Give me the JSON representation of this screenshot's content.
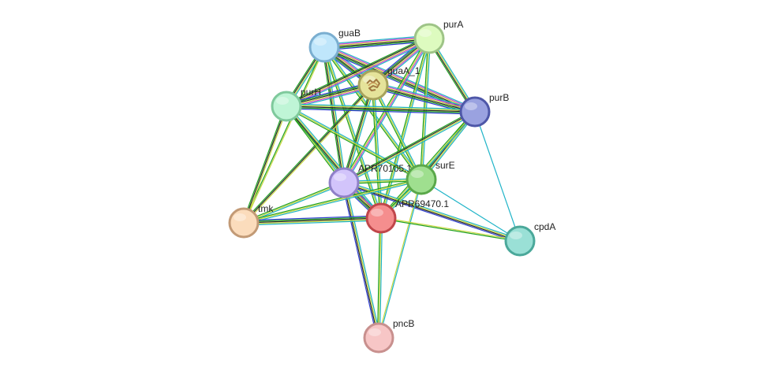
{
  "network": {
    "nodes": [
      {
        "id": "guaB",
        "label": "guaB",
        "fill": "#bfe6fb",
        "stroke": "#7aaed0"
      },
      {
        "id": "purA",
        "label": "purA",
        "fill": "#ddfbbf",
        "stroke": "#9ec487"
      },
      {
        "id": "guaA_1",
        "label": "guaA_1",
        "fill": "#e5e39a",
        "stroke": "#a7a25c",
        "has_structure_image": true
      },
      {
        "id": "purH",
        "label": "purH",
        "fill": "#bff5d6",
        "stroke": "#7fc99c"
      },
      {
        "id": "purB",
        "label": "purB",
        "fill": "#9aa2e0",
        "stroke": "#4e57a8"
      },
      {
        "id": "APR70105.1",
        "label": "APR70105.1",
        "fill": "#d2c4fb",
        "stroke": "#8f80c8"
      },
      {
        "id": "surE",
        "label": "surE",
        "fill": "#9fdf8f",
        "stroke": "#5aa84a"
      },
      {
        "id": "APR69470.1",
        "label": "APR69470.1",
        "fill": "#f58e8e",
        "stroke": "#c0464a"
      },
      {
        "id": "tmk",
        "label": "tmk",
        "fill": "#fbdcbc",
        "stroke": "#c29a76"
      },
      {
        "id": "cpdA",
        "label": "cpdA",
        "fill": "#9ae0d6",
        "stroke": "#4aa89a"
      },
      {
        "id": "pncB",
        "label": "pncB",
        "fill": "#f7c6c6",
        "stroke": "#c8908e"
      }
    ],
    "edge_colors": {
      "database": "#20b4c8",
      "experiment": "#d040d0",
      "textmining": "#c8d840",
      "coexpression": "#2a2a2a",
      "neighborhood": "#20a020",
      "homology": "#3040d0"
    },
    "edges": [
      {
        "source": "guaB",
        "target": "purA",
        "types": [
          "database",
          "experiment",
          "textmining",
          "coexpression",
          "neighborhood",
          "homology"
        ]
      },
      {
        "source": "guaB",
        "target": "guaA_1",
        "types": [
          "database",
          "experiment",
          "textmining",
          "coexpression",
          "neighborhood",
          "homology"
        ]
      },
      {
        "source": "guaB",
        "target": "purH",
        "types": [
          "database",
          "textmining",
          "coexpression",
          "neighborhood"
        ]
      },
      {
        "source": "guaB",
        "target": "purB",
        "types": [
          "database",
          "experiment",
          "textmining",
          "coexpression",
          "neighborhood",
          "homology"
        ]
      },
      {
        "source": "guaB",
        "target": "APR70105.1",
        "types": [
          "database",
          "textmining",
          "coexpression",
          "neighborhood"
        ]
      },
      {
        "source": "guaB",
        "target": "surE",
        "types": [
          "database",
          "textmining",
          "neighborhood"
        ]
      },
      {
        "source": "guaB",
        "target": "APR69470.1",
        "types": [
          "database",
          "textmining",
          "neighborhood"
        ]
      },
      {
        "source": "guaB",
        "target": "tmk",
        "types": [
          "textmining",
          "neighborhood"
        ]
      },
      {
        "source": "purA",
        "target": "guaA_1",
        "types": [
          "database",
          "experiment",
          "textmining",
          "coexpression",
          "neighborhood",
          "homology"
        ]
      },
      {
        "source": "purA",
        "target": "purH",
        "types": [
          "database",
          "experiment",
          "textmining",
          "coexpression",
          "neighborhood"
        ]
      },
      {
        "source": "purA",
        "target": "purB",
        "types": [
          "database",
          "textmining",
          "coexpression",
          "neighborhood"
        ]
      },
      {
        "source": "purA",
        "target": "APR70105.1",
        "types": [
          "database",
          "experiment",
          "textmining",
          "neighborhood"
        ]
      },
      {
        "source": "purA",
        "target": "surE",
        "types": [
          "database",
          "textmining",
          "neighborhood"
        ]
      },
      {
        "source": "purA",
        "target": "APR69470.1",
        "types": [
          "database",
          "textmining",
          "neighborhood"
        ]
      },
      {
        "source": "guaA_1",
        "target": "purH",
        "types": [
          "database",
          "experiment",
          "textmining",
          "coexpression",
          "neighborhood",
          "homology"
        ]
      },
      {
        "source": "guaA_1",
        "target": "purB",
        "types": [
          "database",
          "experiment",
          "textmining",
          "coexpression",
          "neighborhood",
          "homology"
        ]
      },
      {
        "source": "guaA_1",
        "target": "APR70105.1",
        "types": [
          "database",
          "textmining",
          "coexpression",
          "neighborhood"
        ]
      },
      {
        "source": "guaA_1",
        "target": "surE",
        "types": [
          "database",
          "textmining",
          "neighborhood"
        ]
      },
      {
        "source": "guaA_1",
        "target": "APR69470.1",
        "types": [
          "database",
          "textmining",
          "neighborhood"
        ]
      },
      {
        "source": "guaA_1",
        "target": "tmk",
        "types": [
          "textmining",
          "coexpression",
          "neighborhood"
        ]
      },
      {
        "source": "purH",
        "target": "purB",
        "types": [
          "database",
          "textmining",
          "coexpression",
          "neighborhood",
          "homology"
        ]
      },
      {
        "source": "purH",
        "target": "APR70105.1",
        "types": [
          "database",
          "textmining",
          "neighborhood"
        ]
      },
      {
        "source": "purH",
        "target": "surE",
        "types": [
          "database",
          "textmining",
          "neighborhood"
        ]
      },
      {
        "source": "purH",
        "target": "APR69470.1",
        "types": [
          "database",
          "textmining",
          "coexpression",
          "neighborhood"
        ]
      },
      {
        "source": "purH",
        "target": "tmk",
        "types": [
          "textmining",
          "coexpression",
          "neighborhood"
        ]
      },
      {
        "source": "purB",
        "target": "APR70105.1",
        "types": [
          "database",
          "textmining",
          "coexpression",
          "neighborhood"
        ]
      },
      {
        "source": "purB",
        "target": "surE",
        "types": [
          "database",
          "textmining",
          "coexpression",
          "neighborhood"
        ]
      },
      {
        "source": "purB",
        "target": "APR69470.1",
        "types": [
          "database",
          "textmining",
          "neighborhood"
        ]
      },
      {
        "source": "purB",
        "target": "cpdA",
        "types": [
          "database"
        ]
      },
      {
        "source": "APR70105.1",
        "target": "surE",
        "types": [
          "database",
          "textmining",
          "neighborhood"
        ]
      },
      {
        "source": "APR70105.1",
        "target": "APR69470.1",
        "types": [
          "database",
          "experiment",
          "textmining",
          "coexpression",
          "neighborhood",
          "homology"
        ]
      },
      {
        "source": "APR70105.1",
        "target": "tmk",
        "types": [
          "database",
          "textmining",
          "neighborhood"
        ]
      },
      {
        "source": "APR70105.1",
        "target": "cpdA",
        "types": [
          "database",
          "textmining",
          "coexpression",
          "homology"
        ]
      },
      {
        "source": "APR70105.1",
        "target": "pncB",
        "types": [
          "database",
          "textmining",
          "coexpression",
          "homology"
        ]
      },
      {
        "source": "surE",
        "target": "APR69470.1",
        "types": [
          "database",
          "textmining",
          "neighborhood"
        ]
      },
      {
        "source": "surE",
        "target": "tmk",
        "types": [
          "database",
          "textmining",
          "neighborhood"
        ]
      },
      {
        "source": "surE",
        "target": "cpdA",
        "types": [
          "database"
        ]
      },
      {
        "source": "surE",
        "target": "pncB",
        "types": [
          "database",
          "textmining"
        ]
      },
      {
        "source": "APR69470.1",
        "target": "tmk",
        "types": [
          "database",
          "textmining",
          "coexpression",
          "neighborhood",
          "homology"
        ]
      },
      {
        "source": "APR69470.1",
        "target": "cpdA",
        "types": [
          "textmining",
          "neighborhood"
        ]
      },
      {
        "source": "APR69470.1",
        "target": "pncB",
        "types": [
          "database",
          "textmining",
          "neighborhood"
        ]
      }
    ]
  }
}
